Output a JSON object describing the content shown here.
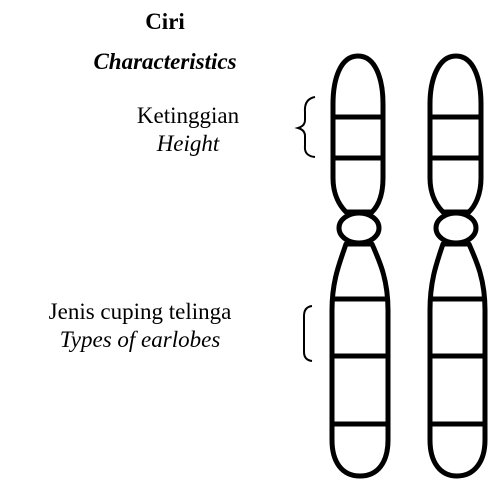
{
  "heading": {
    "title_ms": "Ciri",
    "title_en": "Characteristics"
  },
  "traits": [
    {
      "label_ms": "Ketinggian",
      "label_en": "Height"
    },
    {
      "label_ms": "Jenis cuping telinga",
      "label_en": "Types of earlobes"
    }
  ],
  "colors": {
    "ink": "#000000",
    "background": "#ffffff"
  }
}
